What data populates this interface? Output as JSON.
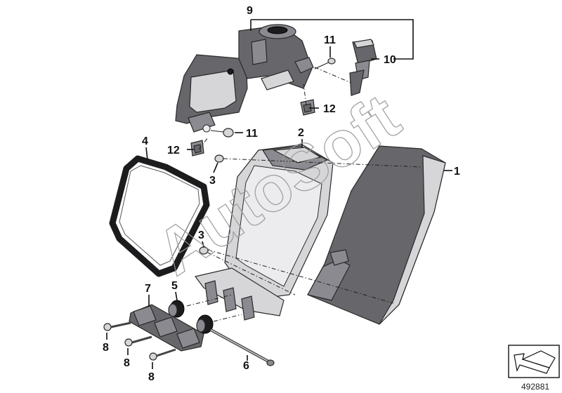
{
  "callouts": {
    "c1": "1",
    "c2": "2",
    "c3a": "3",
    "c3b": "3",
    "c4": "4",
    "c5": "5",
    "c6": "6",
    "c7": "7",
    "c8a": "8",
    "c8b": "8",
    "c8c": "8",
    "c9": "9",
    "c10": "10",
    "c11a": "11",
    "c11b": "11",
    "c12a": "12",
    "c12b": "12"
  },
  "watermark": "AutoSoft",
  "reference_number": "492881",
  "icons": {
    "corner": "folded-arrow-icon"
  },
  "colors": {
    "part_dark": "#66666b",
    "part_light": "#d6d6d9",
    "gasket": "#1c1c1e"
  }
}
